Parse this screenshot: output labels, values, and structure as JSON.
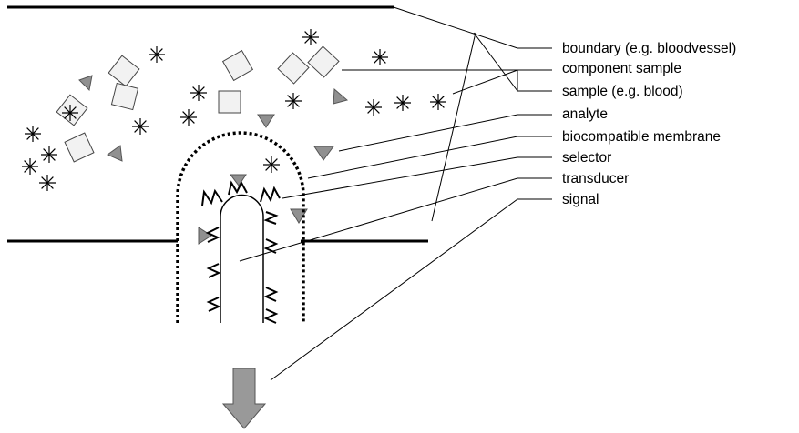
{
  "labels": [
    "boundary (e.g. bloodvessel)",
    "component sample",
    "sample (e.g. blood)",
    "analyte",
    "biocompatible membrane",
    "selector",
    "transducer",
    "signal"
  ],
  "colors": {
    "line": "#000000",
    "analyte_fill": "#909090",
    "arrow_fill": "#999999",
    "component_fill": "#f2f2f2"
  }
}
